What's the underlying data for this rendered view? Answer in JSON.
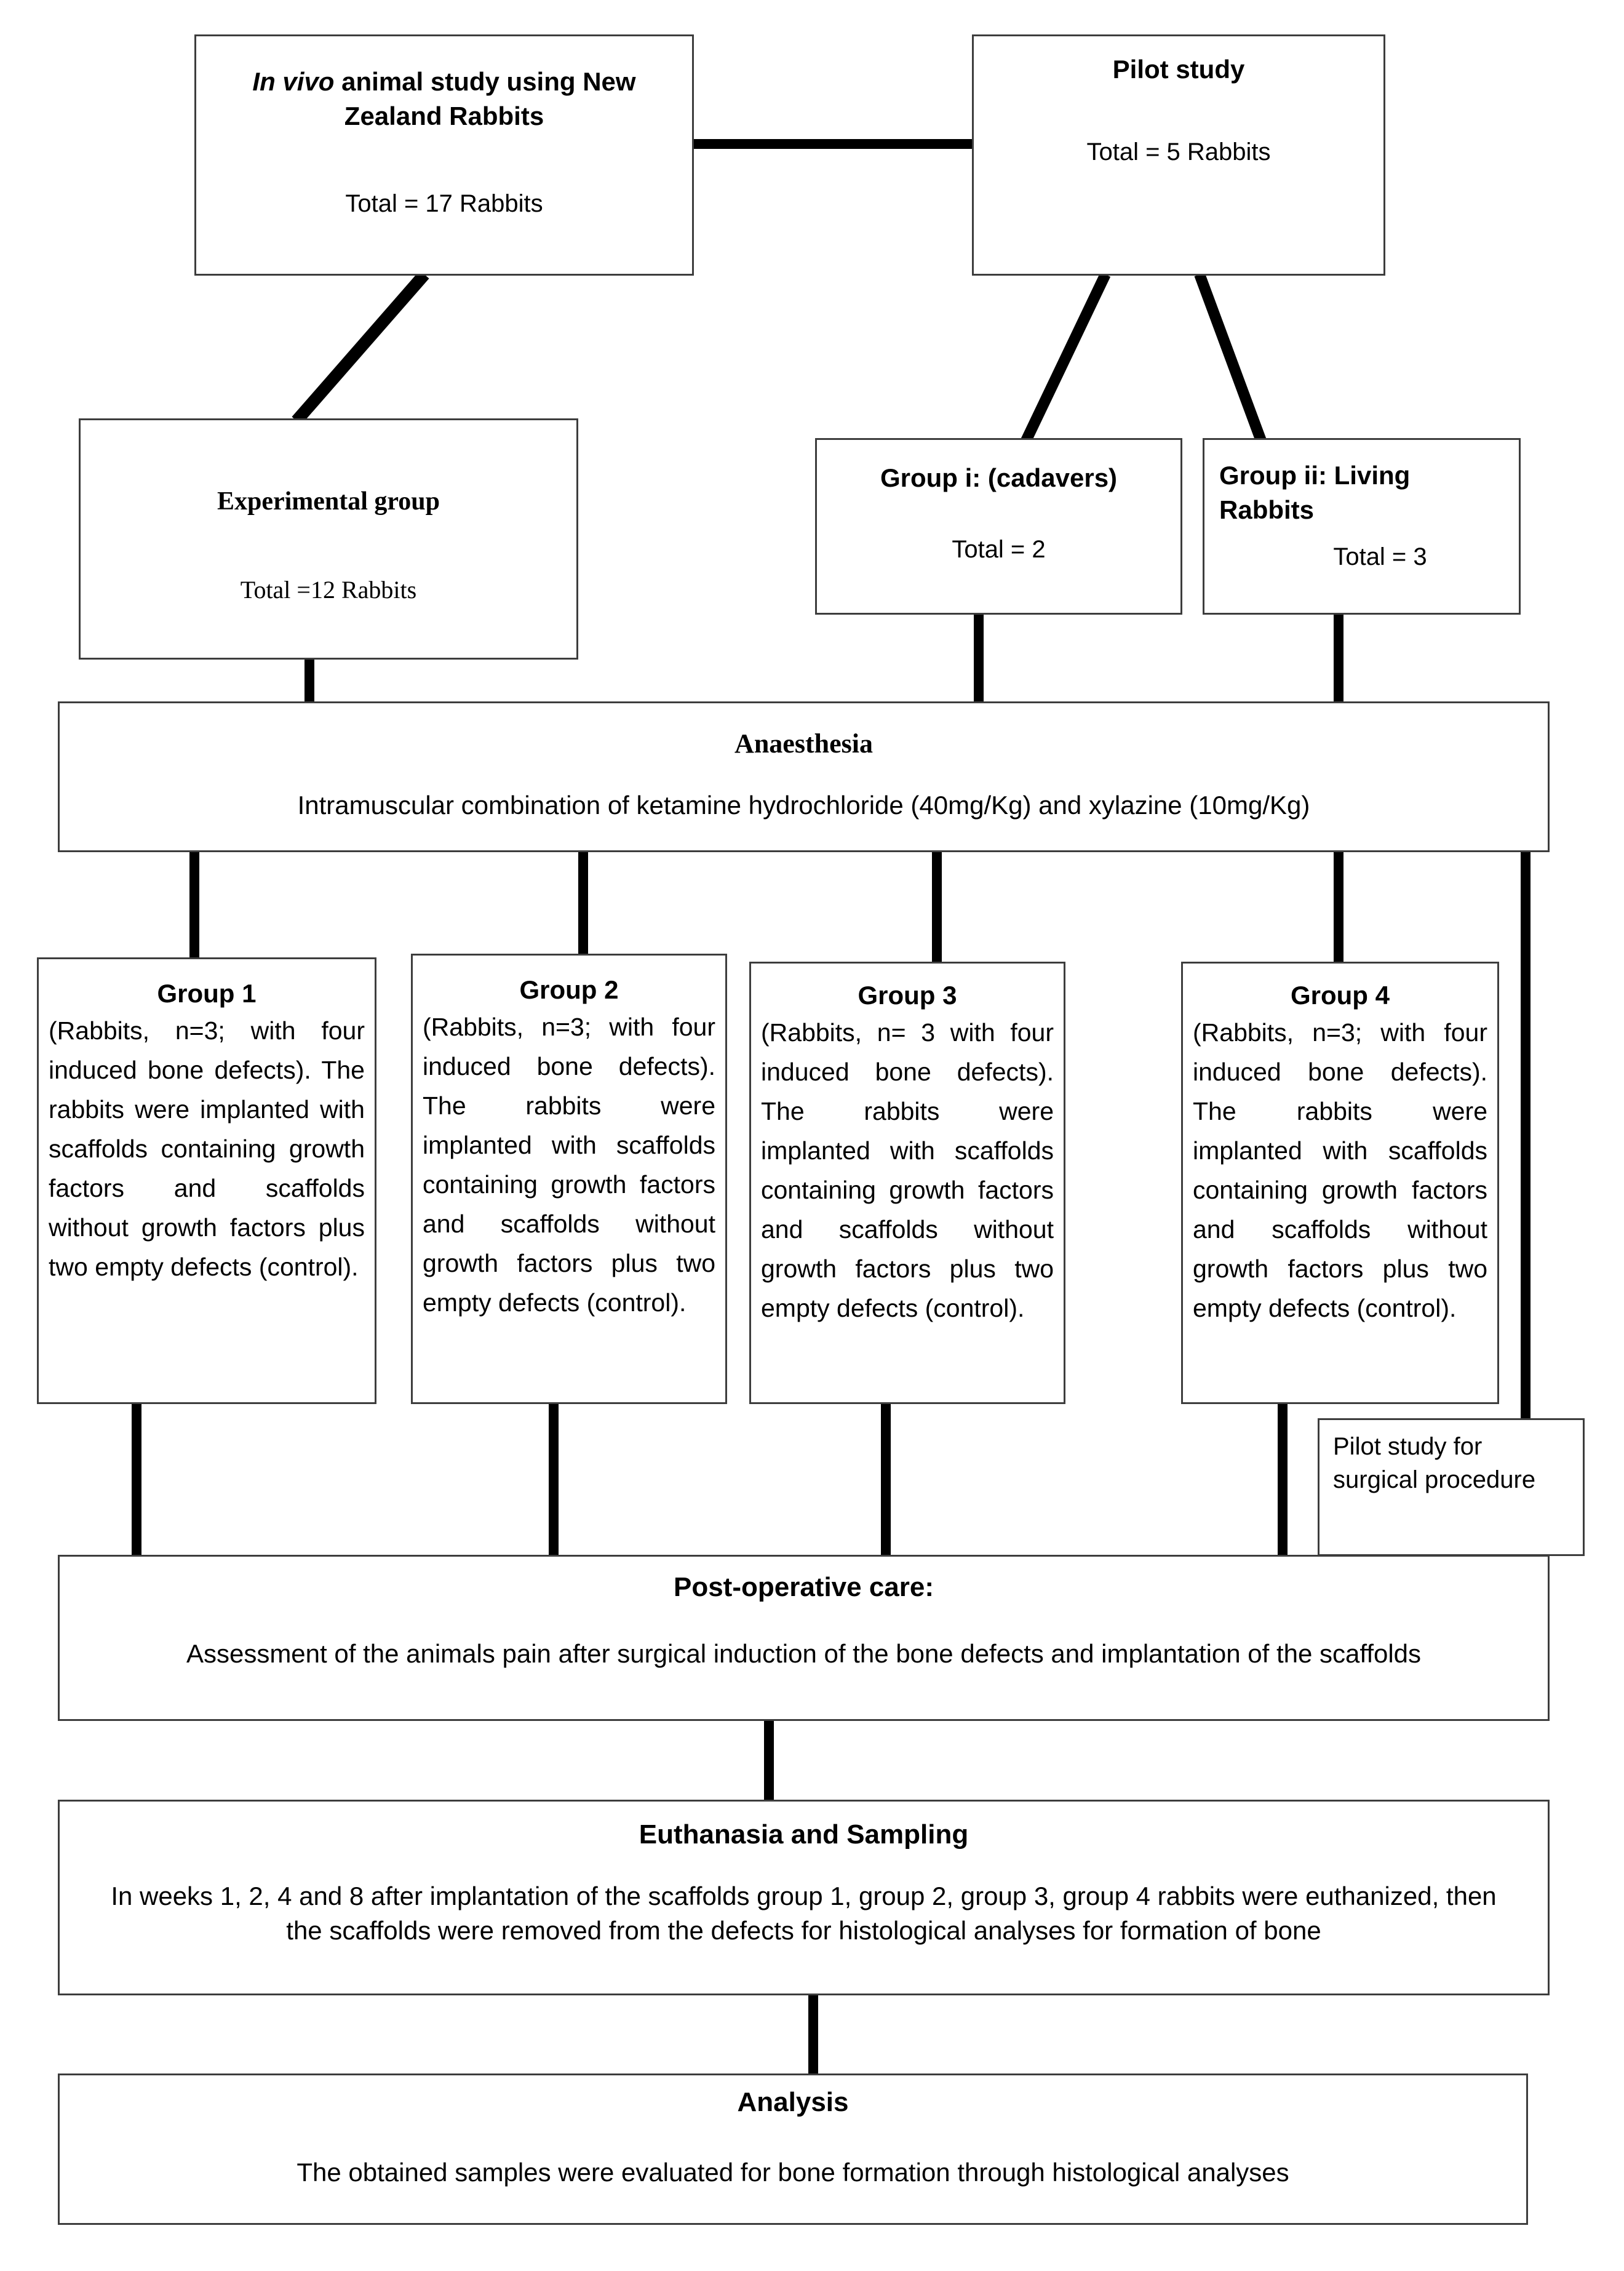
{
  "diagram": {
    "nodes": {
      "invivo": {
        "title_italic": "In vivo",
        "title_rest": " animal study using New Zealand Rabbits",
        "total": "Total = 17 Rabbits"
      },
      "pilot": {
        "title": "Pilot study",
        "total": "Total = 5 Rabbits"
      },
      "experimental": {
        "title": "Experimental group",
        "total": "Total =12 Rabbits"
      },
      "group_i": {
        "title": "Group i: (cadavers)",
        "total": "Total = 2"
      },
      "group_ii": {
        "title": "Group ii: Living Rabbits",
        "total": "Total = 3"
      },
      "anaesthesia": {
        "title": "Anaesthesia",
        "body": "Intramuscular combination of ketamine hydrochloride (40mg/Kg) and xylazine (10mg/Kg)"
      },
      "groups": [
        {
          "title": "Group 1",
          "body": "(Rabbits, n=3; with four induced bone defects). The rabbits were implanted with scaffolds containing growth factors and scaffolds without growth factors plus two empty defects (control)."
        },
        {
          "title": "Group 2",
          "body": "(Rabbits, n=3; with four induced bone defects). The rabbits were implanted with scaffolds containing growth factors and scaffolds without growth factors plus two empty defects (control)."
        },
        {
          "title": "Group 3",
          "body": "(Rabbits, n= 3 with four induced bone defects). The rabbits were implanted with scaffolds containing growth factors and scaffolds without growth factors plus two empty defects (control)."
        },
        {
          "title": "Group 4",
          "body": "(Rabbits, n=3; with four induced bone defects). The rabbits were implanted with scaffolds containing growth factors and scaffolds without growth factors plus two empty defects (control)."
        }
      ],
      "pilot_surgical": {
        "body": "Pilot study for surgical procedure"
      },
      "postop": {
        "title": "Post-operative care:",
        "body": "Assessment of the animals pain after surgical induction of the bone defects and implantation of the scaffolds"
      },
      "euthanasia": {
        "title": "Euthanasia and Sampling",
        "body": "In weeks 1, 2, 4 and 8 after implantation of the scaffolds group 1, group 2, group 3, group 4 rabbits were euthanized, then the scaffolds were removed from the defects for histological analyses for formation of bone"
      },
      "analysis": {
        "title": "Analysis",
        "body": "The obtained samples were evaluated for bone formation through histological analyses"
      }
    },
    "colors": {
      "line": "#000000",
      "border": "#3d3d3d",
      "background": "#ffffff",
      "text": "#000000"
    }
  }
}
